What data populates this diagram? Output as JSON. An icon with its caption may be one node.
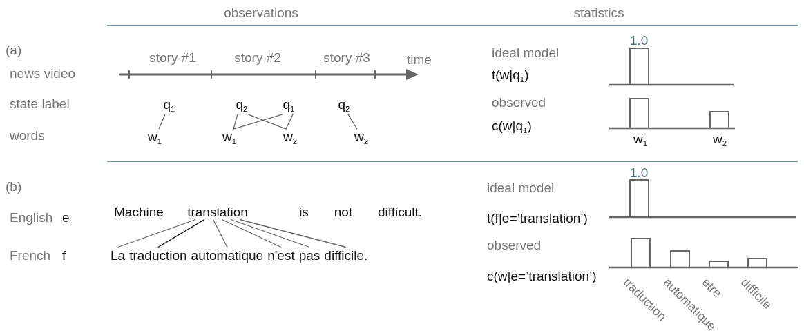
{
  "diagram": {
    "nodes": [
      {
        "text": [
          "q$_{1}$"
        ]
      },
      {
        "text": [
          "w$_{1}$"
        ]
      },
      {
        "text": [
          "q$_{2}$"
        ]
      },
      {
        "text": [
          "q$_{1}$"
        ]
      },
      {
        "text": [
          "w$_{1}$"
        ]
      },
      {
        "text": [
          "w$_{2}$"
        ]
      },
      {
        "text": [
          "q$_{2}$"
        ]
      },
      {
        "text": [
          "w$_{2}$"
        ]
      },
      {
        "text": [
          "translation"
        ]
      },
      {
        "text": [
          "La"
        ]
      },
      {
        "text": [
          "traduction"
        ]
      },
      {
        "text": [
          "automatique"
        ]
      },
      {
        "text": [
          "n'est"
        ]
      },
      {
        "text": [
          "pas"
        ]
      },
      {
        "text": [
          "difficile."
        ]
      }
    ],
    "edges": [
      {
        "from": 0,
        "to": 1,
        "arrow": "none"
      },
      {
        "from": 2,
        "to": 4,
        "arrow": "none"
      },
      {
        "from": 2,
        "to": 5,
        "arrow": "none"
      },
      {
        "from": 3,
        "to": 4,
        "arrow": "none"
      },
      {
        "from": 3,
        "to": 5,
        "arrow": "none"
      },
      {
        "from": 6,
        "to": 7,
        "arrow": "none"
      },
      {
        "from": 8,
        "to": 9,
        "arrow": "none"
      },
      {
        "from": 8,
        "to": 10,
        "arrow": "none",
        "color": "#000000"
      },
      {
        "from": 8,
        "to": 11,
        "arrow": "none"
      },
      {
        "from": 8,
        "to": 12,
        "arrow": "none"
      },
      {
        "from": 8,
        "to": 13,
        "arrow": "none"
      },
      {
        "from": 8,
        "to": 14,
        "arrow": "none"
      }
    ],
    "labels": [
      "observations",
      "statistics",
      "(a)",
      "story #1",
      "story #2",
      "story #3",
      "news video",
      "time",
      "1.0",
      "ideal model",
      "t(w|q$_{1}$)",
      "state label",
      "observed",
      "c(w|q$_{1}$)",
      "words",
      "w$_{1}$",
      "w$_{2}$",
      "(b)",
      "1.0",
      "ideal model",
      "English",
      "e",
      "Machine",
      "is",
      "not",
      "difficult.",
      "t(f|e=’translation’)",
      "observed",
      "French",
      "f",
      "c(w|e=’translation’)",
      "traduction",
      "automatique",
      "etre",
      "difficile"
    ]
  }
}
